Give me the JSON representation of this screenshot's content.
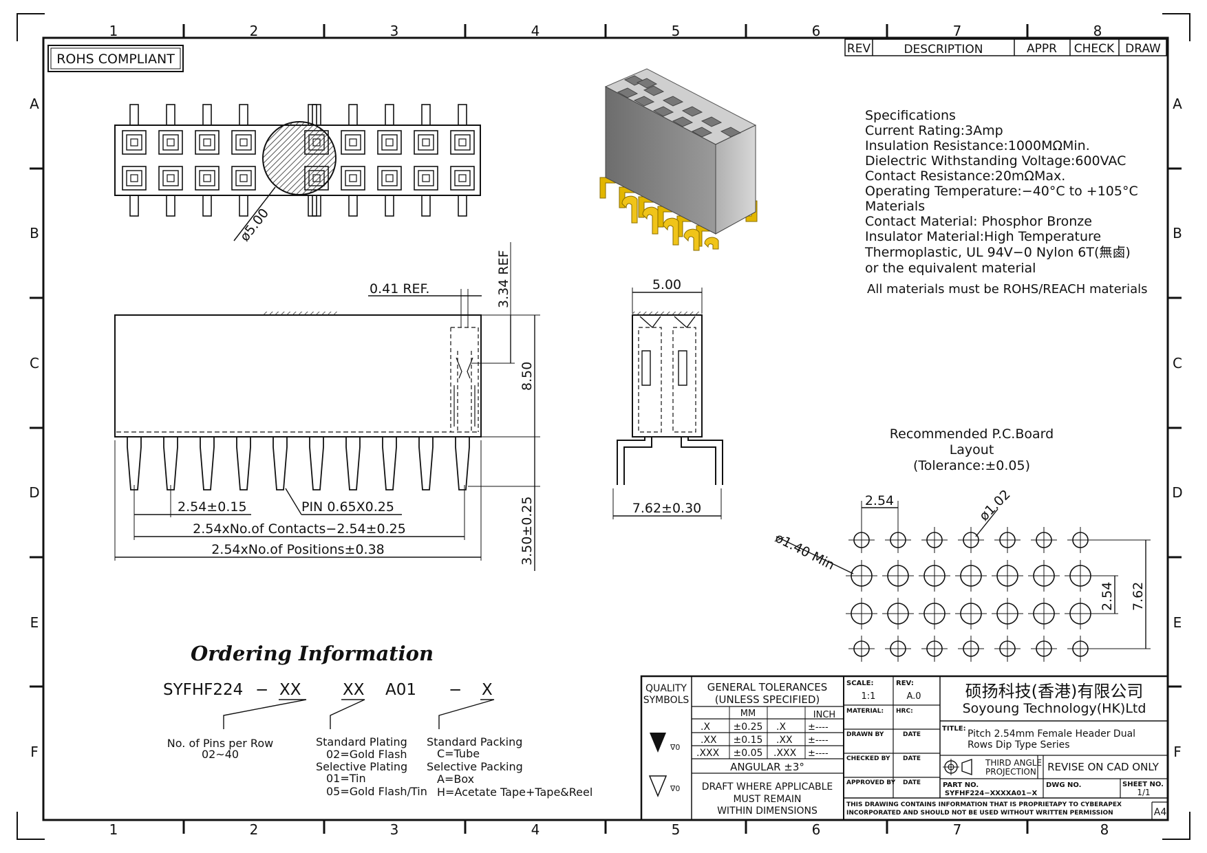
{
  "frame": {
    "zone_numbers": [
      "1",
      "2",
      "3",
      "4",
      "5",
      "6",
      "7",
      "8"
    ],
    "zone_letters": [
      "A",
      "B",
      "C",
      "D",
      "E",
      "F"
    ]
  },
  "rohs_badge": "ROHS COMPLIANT",
  "revision_table": {
    "rev": "REV",
    "description": "DESCRIPTION",
    "appr": "APPR",
    "check": "CHECK",
    "draw": "DRAW"
  },
  "specifications": [
    "Specifications",
    "Current  Rating:3Amp",
    "Insulation  Resistance:1000MΩMin.",
    "Dielectric  Withstanding  Voltage:600VAC",
    "Contact  Resistance:20mΩMax.",
    "Operating  Temperature:−40°C  to  +105°C",
    "Materials",
    "Contact  Material:  Phosphor  Bronze",
    "Insulator  Material:High  Temperature",
    "Thermoplastic,  UL  94V−0  Nylon  6T(無鹵)",
    "or  the  equivalent  material",
    "All  materials  must  be  ROHS/REACH  materials"
  ],
  "top_view": {
    "diameter_label": "ø5.00"
  },
  "side_view": {
    "dims": [
      "0.41  REF.",
      "3.34  REF",
      "8.50",
      "3.50±0.25",
      "2.54±0.15",
      "PIN  0.65X0.25",
      "2.54xNo.of  Contacts−2.54±0.25",
      "2.54xNo.of  Positions±0.38"
    ]
  },
  "end_view": {
    "dims": [
      "5.00",
      "7.62±0.30"
    ]
  },
  "pcb_layout": {
    "title": [
      "Recommended  P.C.Board",
      "Layout",
      "(Tolerance:±0.05)"
    ],
    "dims": [
      "2.54",
      "ø1.02",
      "ø1.40  Min",
      "2.54",
      "7.62"
    ]
  },
  "ordering": {
    "title": "Ordering Information",
    "code": [
      "SYFHF224",
      "−",
      "XX",
      "XX",
      "A01",
      "−",
      "X"
    ],
    "pins": [
      "No.  of  Pins  per  Row",
      "02~40"
    ],
    "plating": [
      "Standard  Plating",
      "02=Gold  Flash",
      "Selective  Plating",
      "01=Tin",
      "05=Gold  Flash/Tin"
    ],
    "packing": [
      "Standard  Packing",
      "C=Tube",
      "Selective  Packing",
      "A=Box",
      "H=Acetate  Tape+Tape&Reel"
    ]
  },
  "title_block": {
    "quality": [
      "QUALITY",
      "SYMBOLS"
    ],
    "tol_header": [
      "GENERAL  TOLERANCES",
      "(UNLESS  SPECIFIED)"
    ],
    "mm": "MM",
    "inch": "INCH",
    "rows": [
      [
        ".X",
        "±0.25",
        ".X",
        "±----"
      ],
      [
        ".XX",
        "±0.15",
        ".XX",
        "±----"
      ],
      [
        ".XXX",
        "±0.05",
        ".XXX",
        "±----"
      ]
    ],
    "angular": "ANGULAR  ±3°",
    "draft": [
      "DRAFT  WHERE  APPLICABLE",
      "MUST  REMAIN",
      "WITHIN  DIMENSIONS"
    ],
    "sym_marks": [
      "∇0",
      "∇0"
    ],
    "scale_label": "SCALE:",
    "scale": "1:1",
    "rev_label": "REV:",
    "rev": "A.0",
    "material": "MATERIAL:",
    "hrc": "HRC:",
    "drawn_by": "DRAWN  BY",
    "checked_by": "CHECKED  BY",
    "approved_by": "APPROVED  BY",
    "date": "DATE",
    "company_cn": "硕扬科技(香港)有限公司",
    "company_en": "Soyoung  Technology(HK)Ltd",
    "title_label": "TITLE:",
    "title": [
      "Pitch  2.54mm  Female  Header  Dual",
      "Rows  Dip  Type  Series"
    ],
    "projection": [
      "THIRD  ANGLE",
      "PROJECTION"
    ],
    "revise": "REVISE  ON  CAD  ONLY",
    "part_label": "PART  NO.",
    "part_no": "SYFHF224−XXXXA01−X",
    "dwg_label": "DWG  NO.",
    "sheet_label": "SHEET  NO.",
    "sheet": "1/1",
    "notice": [
      "THIS  DRAWING  CONTAINS  INFORMATION  THAT  IS  PROPRIETAPY  TO  CYBERAPEX",
      "INCORPORATED  AND  SHOULD  NOT  BE  USED  WITHOUT  WRITTEN  PERMISSION"
    ],
    "size": "A4"
  }
}
